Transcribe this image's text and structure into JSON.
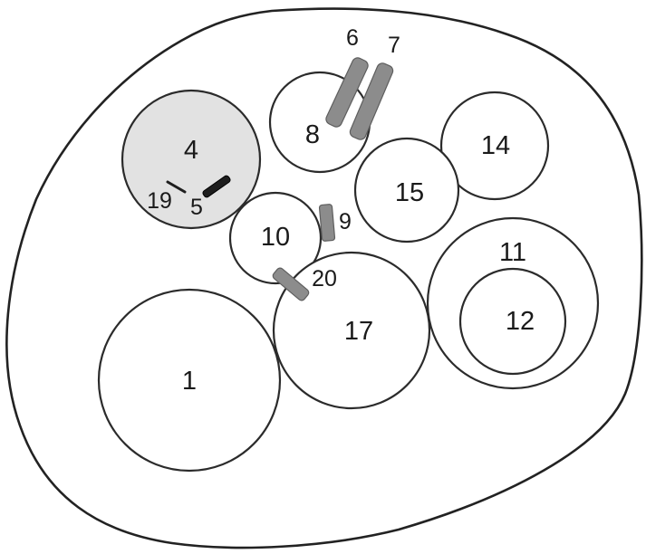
{
  "labels": {
    "c1": "1",
    "c4": "4",
    "c5": "5",
    "r6": "6",
    "r7": "7",
    "c8": "8",
    "r9": "9",
    "c10": "10",
    "c11": "11",
    "c12": "12",
    "c14": "14",
    "c15": "15",
    "c17": "17",
    "r19": "19",
    "r20": "20"
  },
  "colors": {
    "shaded_region": "#e2e2e2",
    "rod_fill": "#8c8c8c",
    "rod_dark": "#1e1e1e",
    "stroke": "#2b2b2b"
  }
}
